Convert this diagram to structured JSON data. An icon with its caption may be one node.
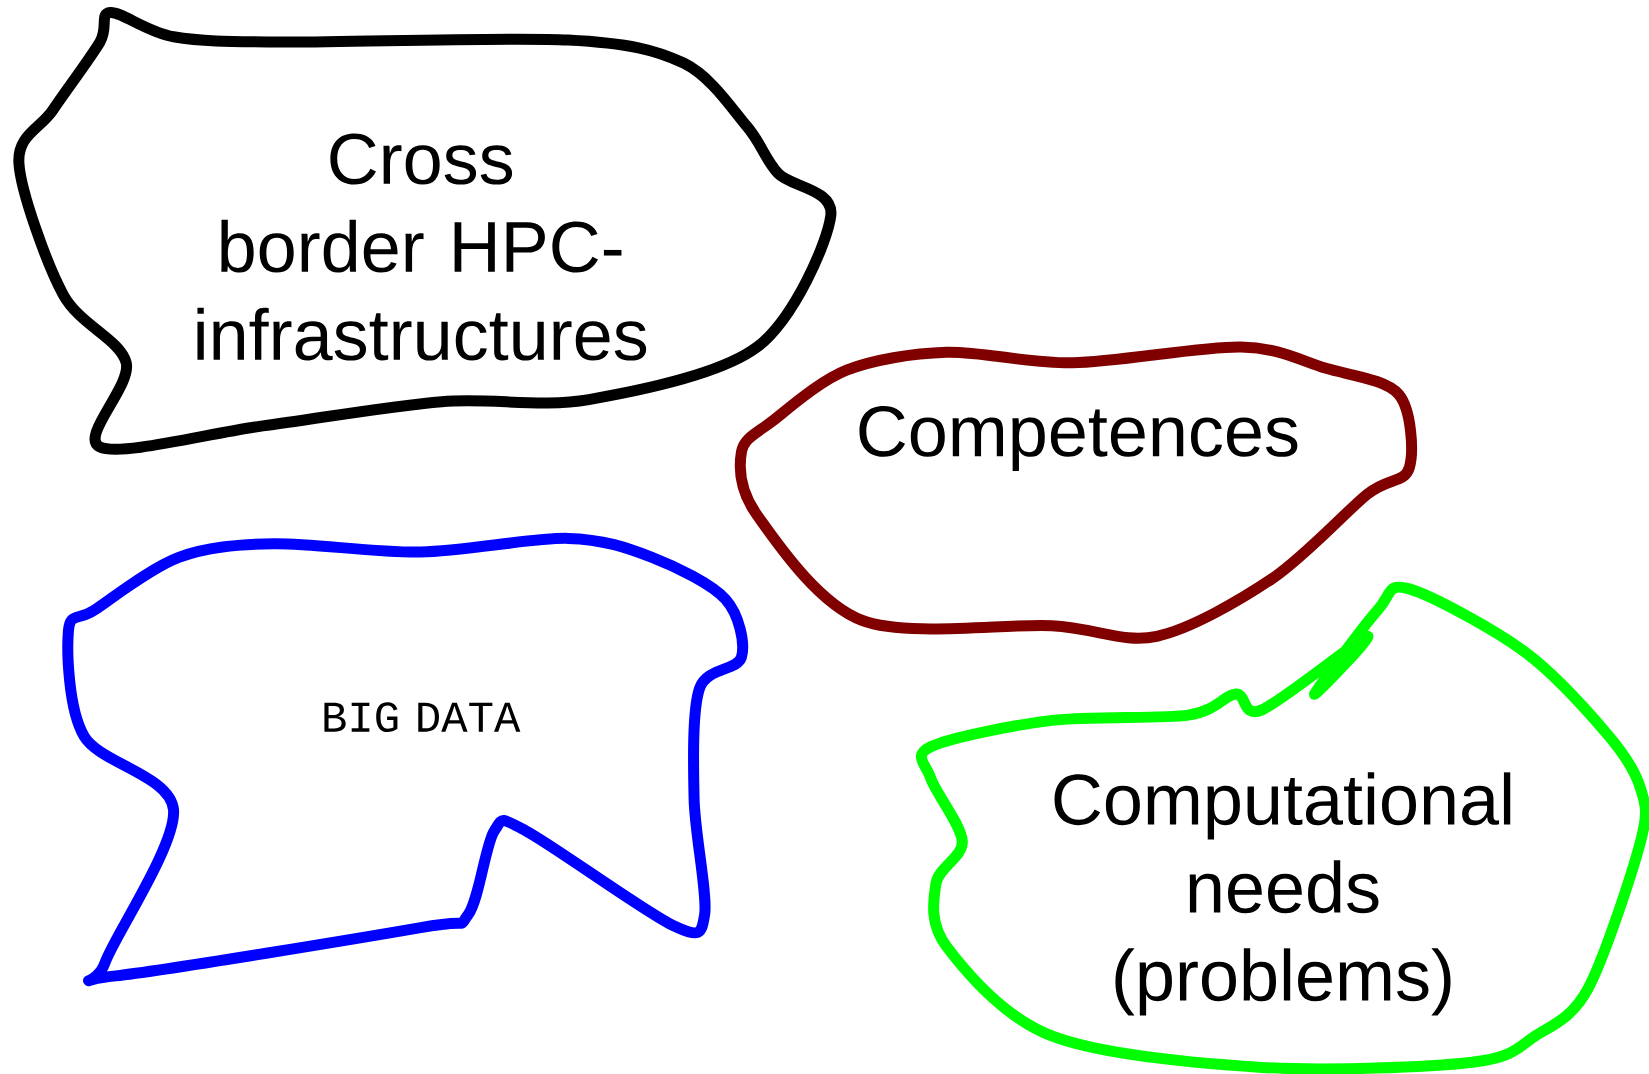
{
  "diagram": {
    "nodes": [
      {
        "text": [
          "Cross border HPC-infrastructures"
        ]
      },
      {
        "text": [
          "Competences"
        ]
      },
      {
        "text": [
          "BIG DATA"
        ]
      },
      {
        "text": [
          "Computational needs (problems)"
        ]
      }
    ]
  }
}
